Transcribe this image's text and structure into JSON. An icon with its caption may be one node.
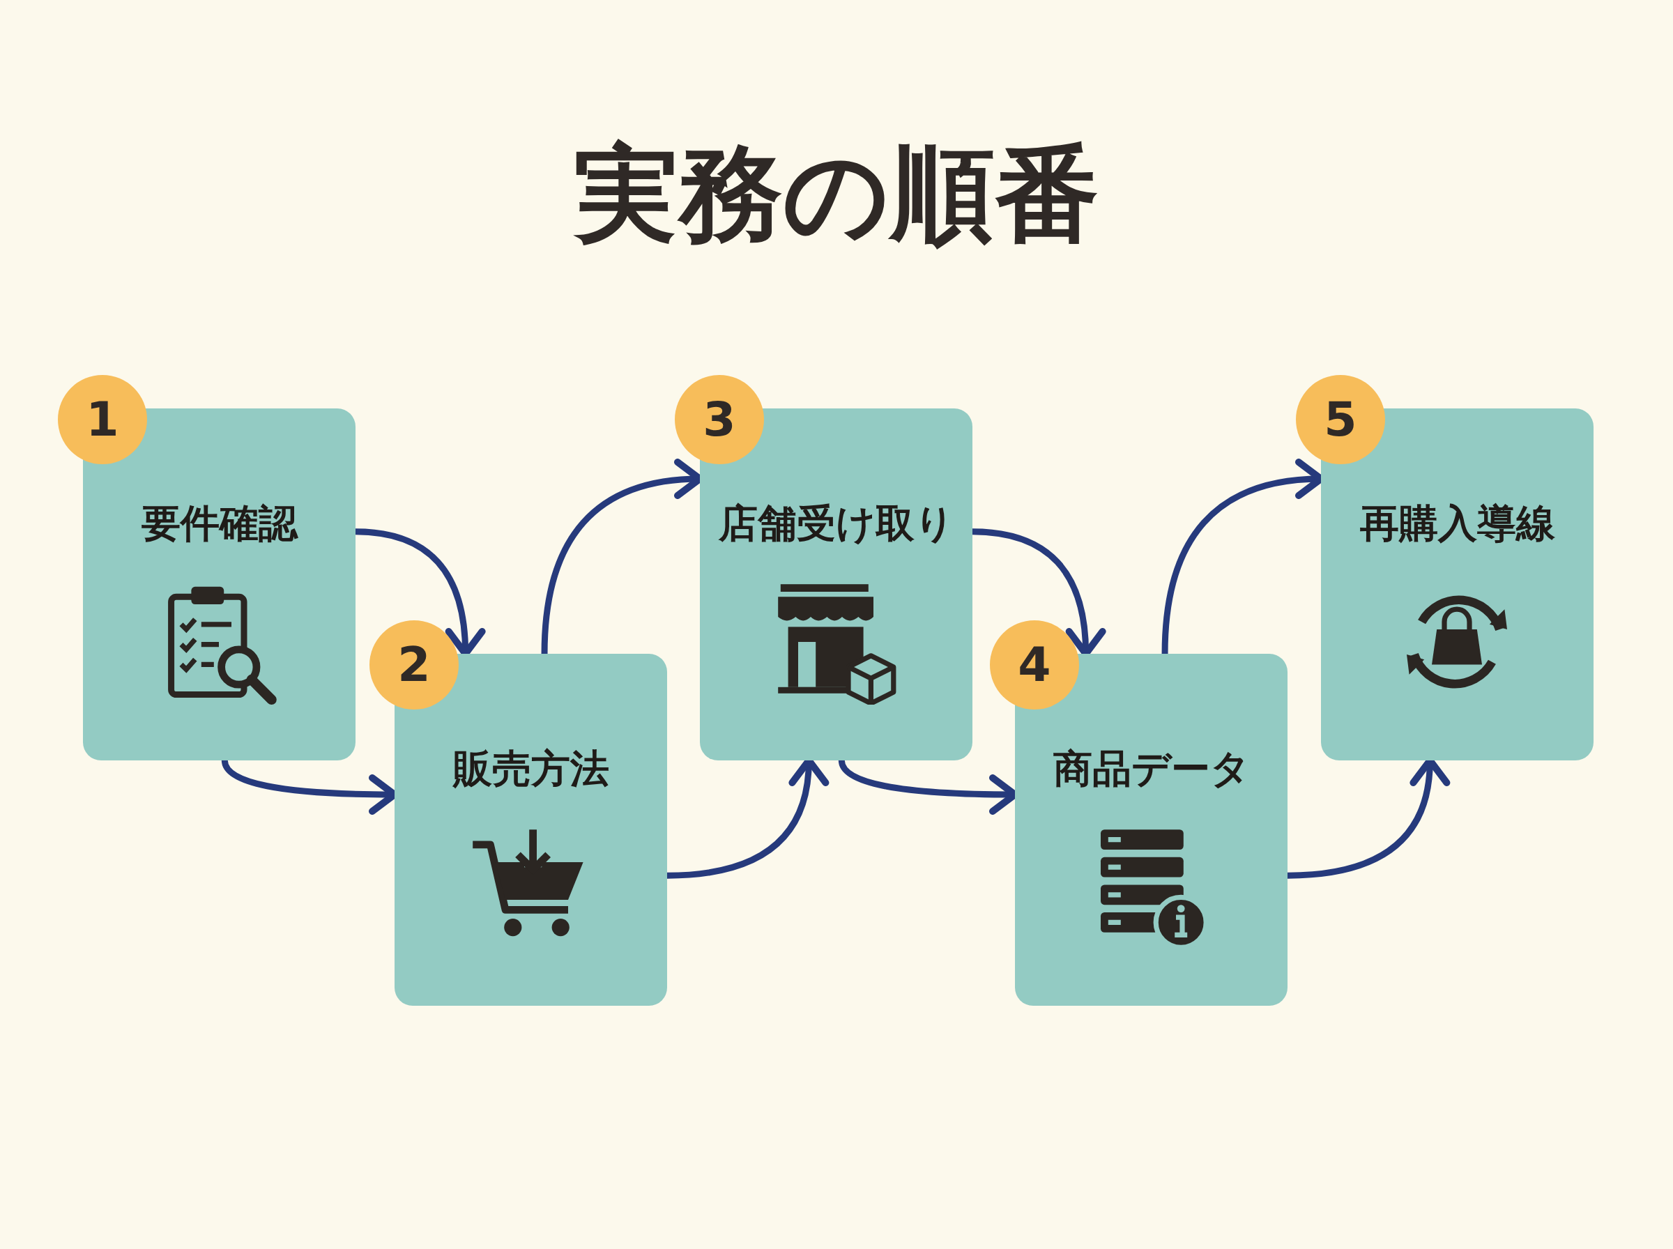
{
  "diagram": {
    "title": "実務の順番",
    "nodes": [
      {
        "text": [
          "1",
          "要件確認"
        ]
      },
      {
        "text": [
          "2",
          "販売方法"
        ]
      },
      {
        "text": [
          "3",
          "店舗受け取り"
        ]
      },
      {
        "text": [
          "4",
          "商品データ"
        ]
      },
      {
        "text": [
          "5",
          "再購入導線"
        ]
      }
    ],
    "edges": [
      {
        "from": 0,
        "to": 1,
        "arrow": "to"
      },
      {
        "from": 0,
        "to": 1,
        "arrow": "to"
      },
      {
        "from": 1,
        "to": 2,
        "arrow": "to"
      },
      {
        "from": 1,
        "to": 2,
        "arrow": "to"
      },
      {
        "from": 2,
        "to": 3,
        "arrow": "to"
      },
      {
        "from": 2,
        "to": 3,
        "arrow": "to"
      },
      {
        "from": 3,
        "to": 4,
        "arrow": "to"
      },
      {
        "from": 3,
        "to": 4,
        "arrow": "to"
      }
    ]
  }
}
